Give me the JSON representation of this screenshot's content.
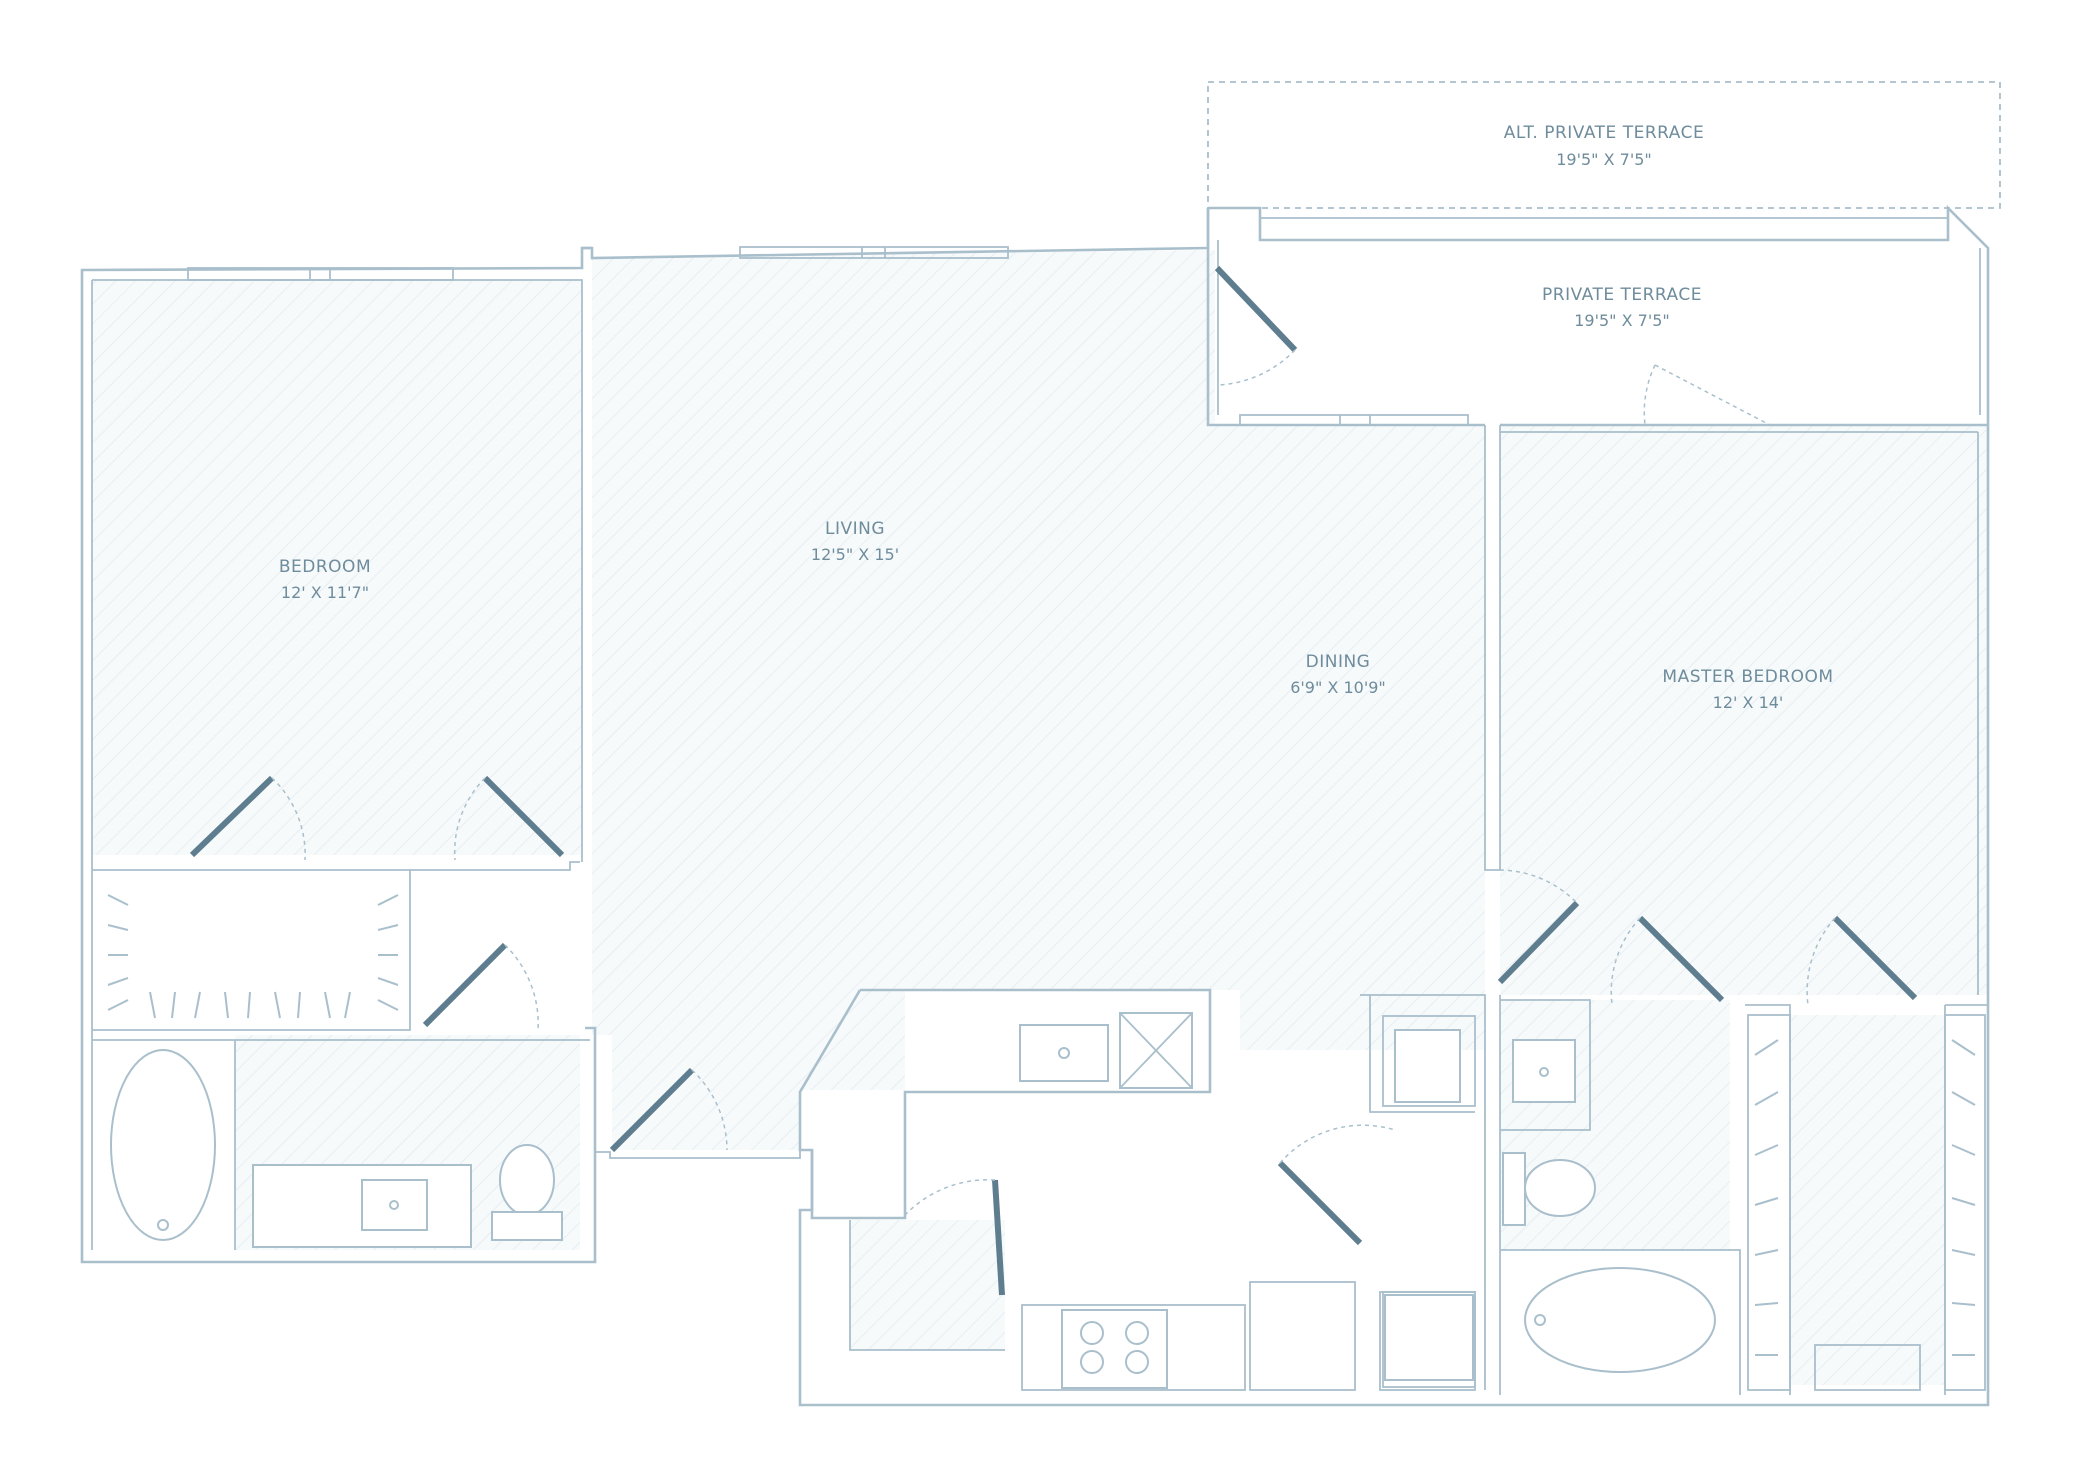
{
  "colors": {
    "wall": "#a9bfcc",
    "door": "#5e7d8f",
    "label": "#6f8c9c",
    "floor_hatch": "#e7eef2"
  },
  "rooms": {
    "alt_terrace": {
      "name": "ALT. PRIVATE TERRACE",
      "dims": "19'5\" X 7'5\""
    },
    "terrace": {
      "name": "PRIVATE TERRACE",
      "dims": "19'5\" X 7'5\""
    },
    "bedroom": {
      "name": "BEDROOM",
      "dims": "12' X 11'7\""
    },
    "living": {
      "name": "LIVING",
      "dims": "12'5\" X 15'"
    },
    "dining": {
      "name": "DINING",
      "dims": "6'9\" X 10'9\""
    },
    "master": {
      "name": "MASTER BEDROOM",
      "dims": "12' X 14'"
    }
  }
}
